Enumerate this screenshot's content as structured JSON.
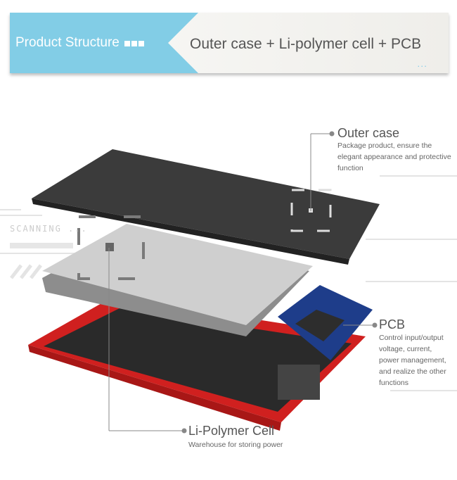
{
  "banner": {
    "left_label": "Product Structure",
    "right_label": "Outer case + Li-polymer cell + PCB",
    "more": "...",
    "accent": "#82cde6"
  },
  "decor": {
    "scanning": "SCANNING ..."
  },
  "labels": {
    "outer_case": {
      "title": "Outer case",
      "desc": [
        "Package product, ensure the",
        "elegant appearance and protective",
        "function"
      ]
    },
    "pcb": {
      "title": "PCB",
      "desc": [
        "Control input/output",
        "voltage, current,",
        "power management,",
        "and realize the other",
        "functions"
      ]
    },
    "cell": {
      "title": "Li-Polymer Cell",
      "desc": [
        "Warehouse for storing power"
      ]
    }
  }
}
